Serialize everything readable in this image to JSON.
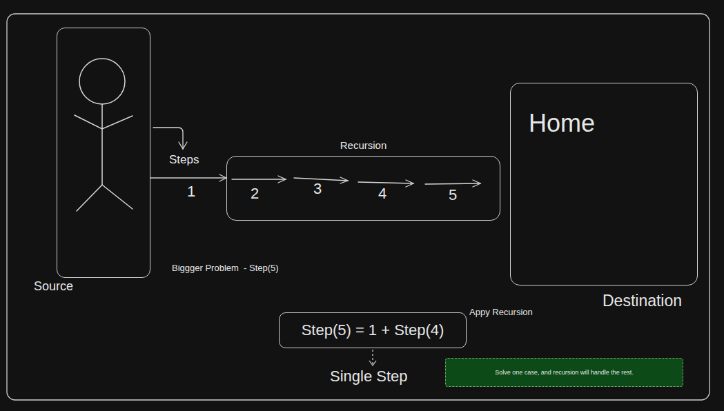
{
  "diagram": {
    "nodes": [
      {
        "text": [
          "Source"
        ]
      },
      {
        "text": [
          "Recursion"
        ]
      },
      {
        "text": [
          "Home",
          "Destination"
        ]
      },
      {
        "text": [
          "Step(5) = 1 + Step(4)"
        ]
      },
      {
        "text": [
          "Solve one case, and recursion will handle the rest."
        ]
      }
    ],
    "edges": [
      {
        "from": 0,
        "to": 1,
        "arrow": "to"
      }
    ],
    "labels": [
      "Steps",
      "1",
      "2",
      "3",
      "4",
      "5",
      "Biggger Problem  - Step(5)",
      "Appy Recursion",
      "Single Step"
    ]
  }
}
